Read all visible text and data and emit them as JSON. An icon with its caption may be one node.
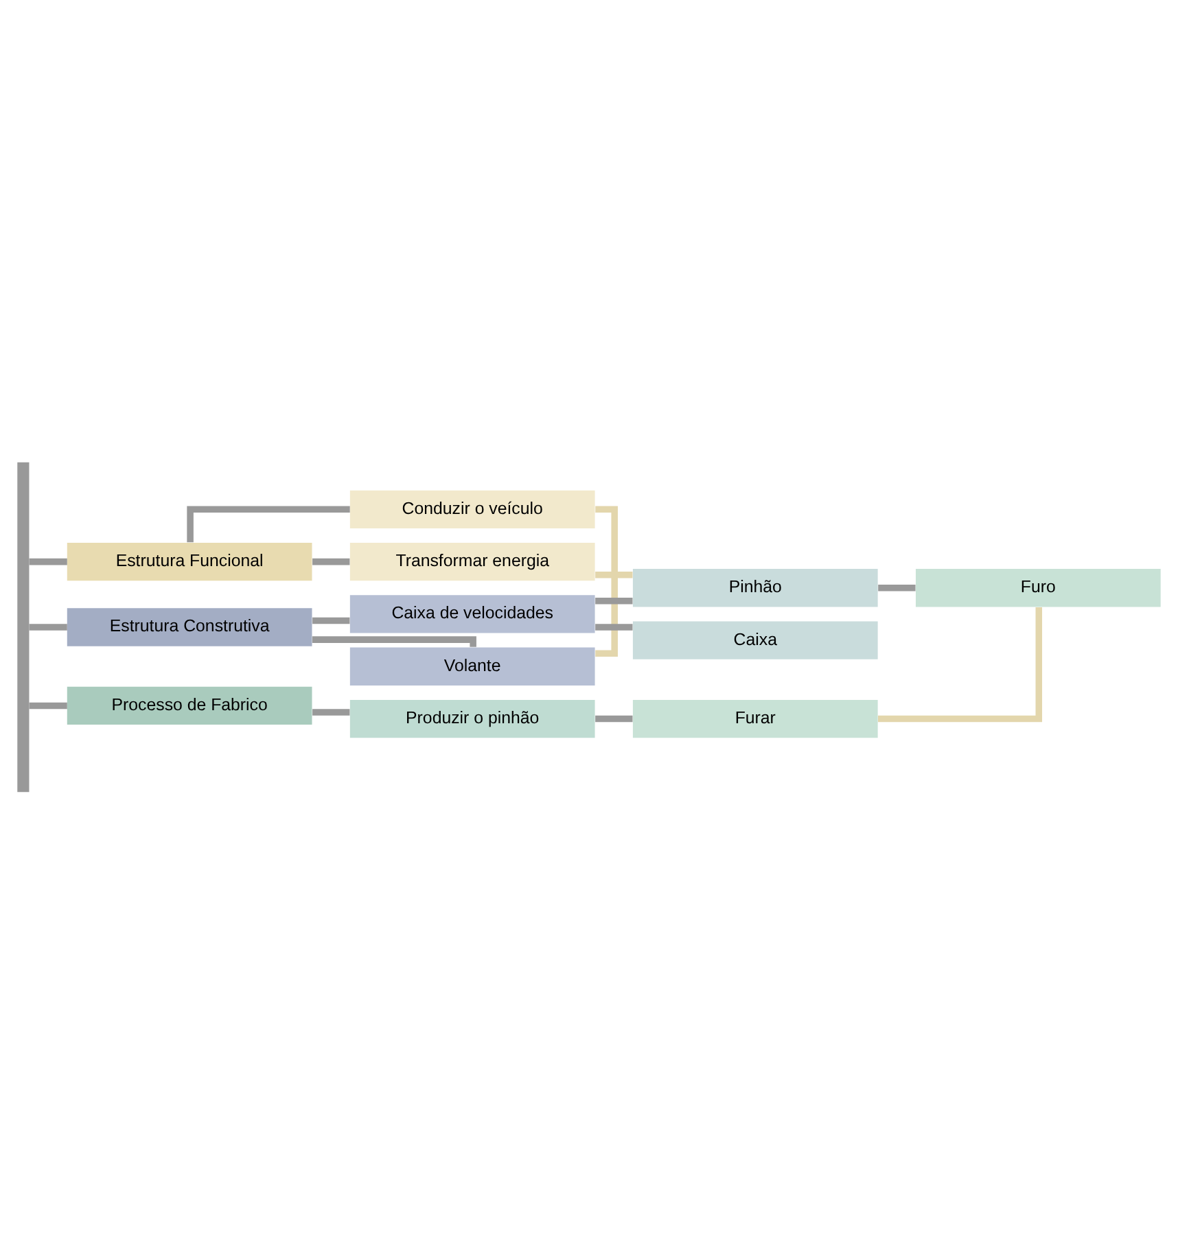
{
  "diagram": {
    "nodes": [
      {
        "text": [],
        "shape": "bar"
      },
      {
        "text": [
          "Estrutura Funcional"
        ]
      },
      {
        "text": [
          "Conduzir o veículo"
        ]
      },
      {
        "text": [
          "Transformar energia"
        ]
      },
      {
        "text": [
          "Estrutura Construtiva"
        ]
      },
      {
        "text": [
          "Caixa de velocidades"
        ]
      },
      {
        "text": [
          "Caixa"
        ]
      },
      {
        "text": [
          "Pinhão"
        ]
      },
      {
        "text": [
          "Furo"
        ]
      },
      {
        "text": [
          "Volante"
        ]
      },
      {
        "text": [
          "Processo de Fabrico"
        ]
      },
      {
        "text": [
          "Produzir o pinhão"
        ]
      },
      {
        "text": [
          "Furar"
        ]
      }
    ],
    "edges": [
      {
        "from": 0,
        "to": 1,
        "arrow": "none"
      },
      {
        "from": 1,
        "to": 2,
        "arrow": "none"
      },
      {
        "from": 1,
        "to": 3,
        "arrow": "none"
      },
      {
        "from": 0,
        "to": 4,
        "arrow": "none"
      },
      {
        "from": 4,
        "to": 5,
        "arrow": "none"
      },
      {
        "from": 5,
        "to": 6,
        "arrow": "none"
      },
      {
        "from": 5,
        "to": 7,
        "arrow": "none"
      },
      {
        "from": 7,
        "to": 8,
        "arrow": "none"
      },
      {
        "from": 4,
        "to": 9,
        "arrow": "none"
      },
      {
        "from": 0,
        "to": 10,
        "arrow": "none"
      },
      {
        "from": 10,
        "to": 11,
        "arrow": "none"
      },
      {
        "from": 11,
        "to": 12,
        "arrow": "none"
      },
      {
        "from": 2,
        "to": 9,
        "arrow": "none",
        "color": "#e3d6ac"
      },
      {
        "from": 3,
        "to": 7,
        "arrow": "none",
        "color": "#e3d6ac"
      },
      {
        "from": 8,
        "to": 12,
        "arrow": "none",
        "color": "#e3d6ac"
      }
    ]
  }
}
